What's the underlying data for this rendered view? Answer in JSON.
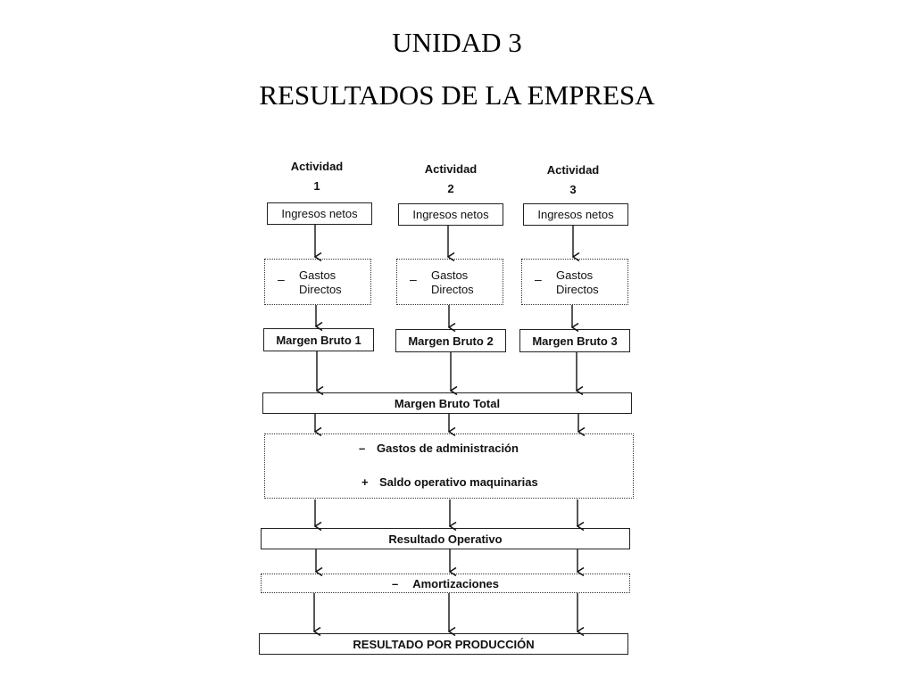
{
  "slide": {
    "title_line1": "UNIDAD 3",
    "title_line2": "RESULTADOS DE LA EMPRESA"
  },
  "activities": [
    {
      "label_name": "Actividad",
      "label_number": "1",
      "ingresos": "Ingresos netos",
      "gastos_sign": "–",
      "gastos_line1": "Gastos",
      "gastos_line2": "Directos",
      "margen": "Margen Bruto 1"
    },
    {
      "label_name": "Actividad",
      "label_number": "2",
      "ingresos": "Ingresos netos",
      "gastos_sign": "–",
      "gastos_line1": "Gastos",
      "gastos_line2": "Directos",
      "margen": "Margen Bruto 2"
    },
    {
      "label_name": "Actividad",
      "label_number": "3",
      "ingresos": "Ingresos netos",
      "gastos_sign": "–",
      "gastos_line1": "Gastos",
      "gastos_line2": "Directos",
      "margen": "Margen Bruto 3"
    }
  ],
  "totals": {
    "margen_bruto_total": "Margen Bruto Total",
    "gastos_admin_sign": "–",
    "gastos_admin": "Gastos de administración",
    "saldo_sign": "+",
    "saldo_maquinarias": "Saldo operativo maquinarias",
    "resultado_operativo": "Resultado Operativo",
    "amortizaciones_sign": "–",
    "amortizaciones": "Amortizaciones",
    "resultado_produccion": "RESULTADO POR PRODUCCIÓN"
  }
}
